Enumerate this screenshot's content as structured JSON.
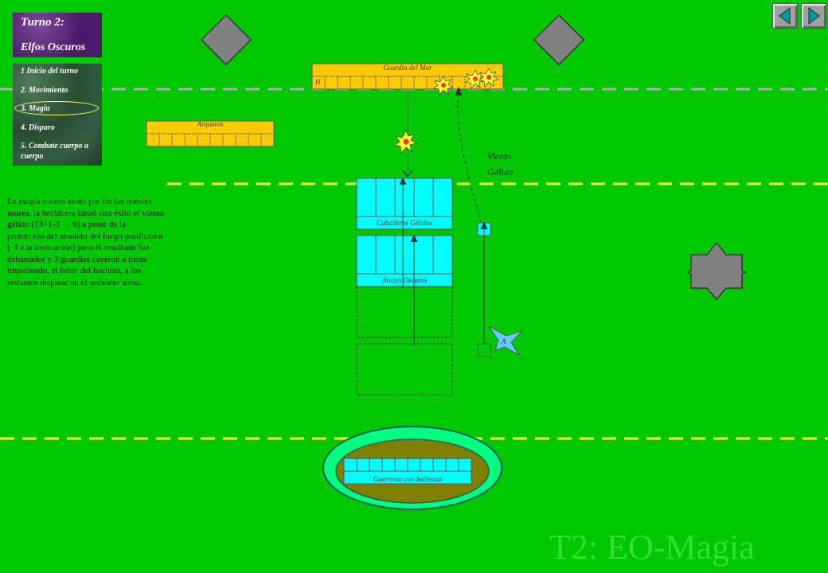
{
  "turn": {
    "line1": "Turno 2:",
    "line2": "Elfos Oscuros"
  },
  "phases": [
    "1 Inicio del turno",
    "2. Movimiento",
    "3. Magia",
    "4. Disparo",
    "5. Combate cuerpo a cuerpo"
  ],
  "current_phase_index": 2,
  "narrative": "La magia oscura azotó por fin las huestes asures, la hechicera lanzó con éxito el viento gélido (13+1-3 → 6) a pesar de la protección del amuleto del fuego purificador (-3 a la invocación) pero el resultado fue debastador y 3 guardias cayeron a tierra impidiendo, el helor del hechizo, a los restantes disparar en el próximo turno.",
  "units": {
    "guardia": {
      "label": "Guardia del Mar",
      "marker": "H"
    },
    "arqueros": {
      "label": "Arqueros"
    },
    "caballeros": {
      "label": "Caballeros Gélidos"
    },
    "jinetes": {
      "label": "Jinetes Oscuros"
    },
    "guerreros": {
      "label": "Guerreros con ballestas"
    },
    "sorceress": {
      "marker": "A"
    }
  },
  "spell": {
    "line1": "Viento",
    "line2": "Gélido"
  },
  "watermark": "T2: EO-Magia",
  "colors": {
    "field": "#00c800",
    "enemy_unit": "#ffcc00",
    "own_unit": "#00ffff",
    "dashed_line": "#ffff33",
    "terrain": "#808080"
  },
  "icons": {
    "prev": "triangle-left",
    "next": "triangle-right"
  }
}
